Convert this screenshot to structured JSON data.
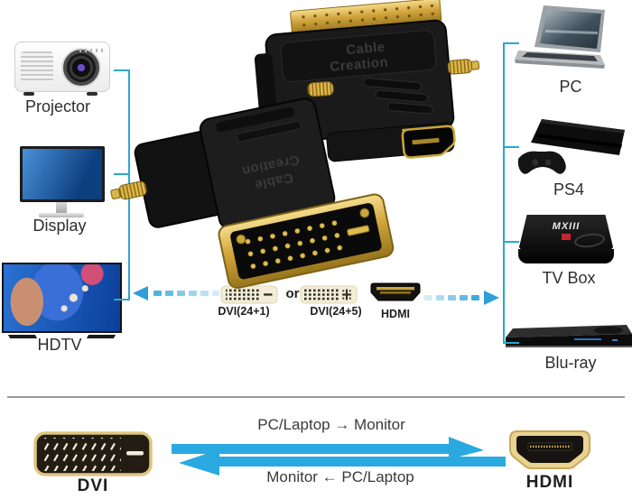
{
  "brand": {
    "line1": "Cable",
    "line2": "Creation"
  },
  "left_devices": [
    {
      "label": "Projector"
    },
    {
      "label": "Display"
    },
    {
      "label": "HDTV"
    }
  ],
  "right_devices": [
    {
      "label": "PC"
    },
    {
      "label": "PS4"
    },
    {
      "label": "TV Box"
    },
    {
      "label": "Blu-ray"
    }
  ],
  "tv_box": {
    "logo": "MXIII"
  },
  "connector_row": {
    "dvi_24_1": "DVI(24+1)",
    "or_text": "or",
    "dvi_24_5": "DVI(24+5)",
    "hdmi": "HDMI"
  },
  "bottom": {
    "dvi": "DVI",
    "hdmi": "HDMI",
    "forward": "PC/Laptop → Monitor",
    "reverse": "Monitor ← PC/Laptop"
  },
  "colors": {
    "arrow_blue": "#29A9E0",
    "bracket_teal": "#2BA7CE",
    "connector_gold": "#C9A63A",
    "dvi_icon_cream": "#F3EDD8"
  }
}
